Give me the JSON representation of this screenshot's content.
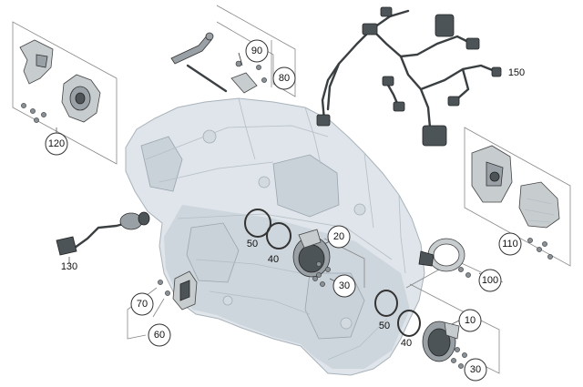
{
  "diagram": {
    "callouts": {
      "c10": "10",
      "c20": "20",
      "c30a": "30",
      "c30b": "30",
      "c40a": "40",
      "c40b": "40",
      "c50a": "50",
      "c50b": "50",
      "c60": "60",
      "c70": "70",
      "c80": "80",
      "c90": "90",
      "c100": "100",
      "c110": "110",
      "c120": "120",
      "c130": "130",
      "c150": "150"
    }
  }
}
